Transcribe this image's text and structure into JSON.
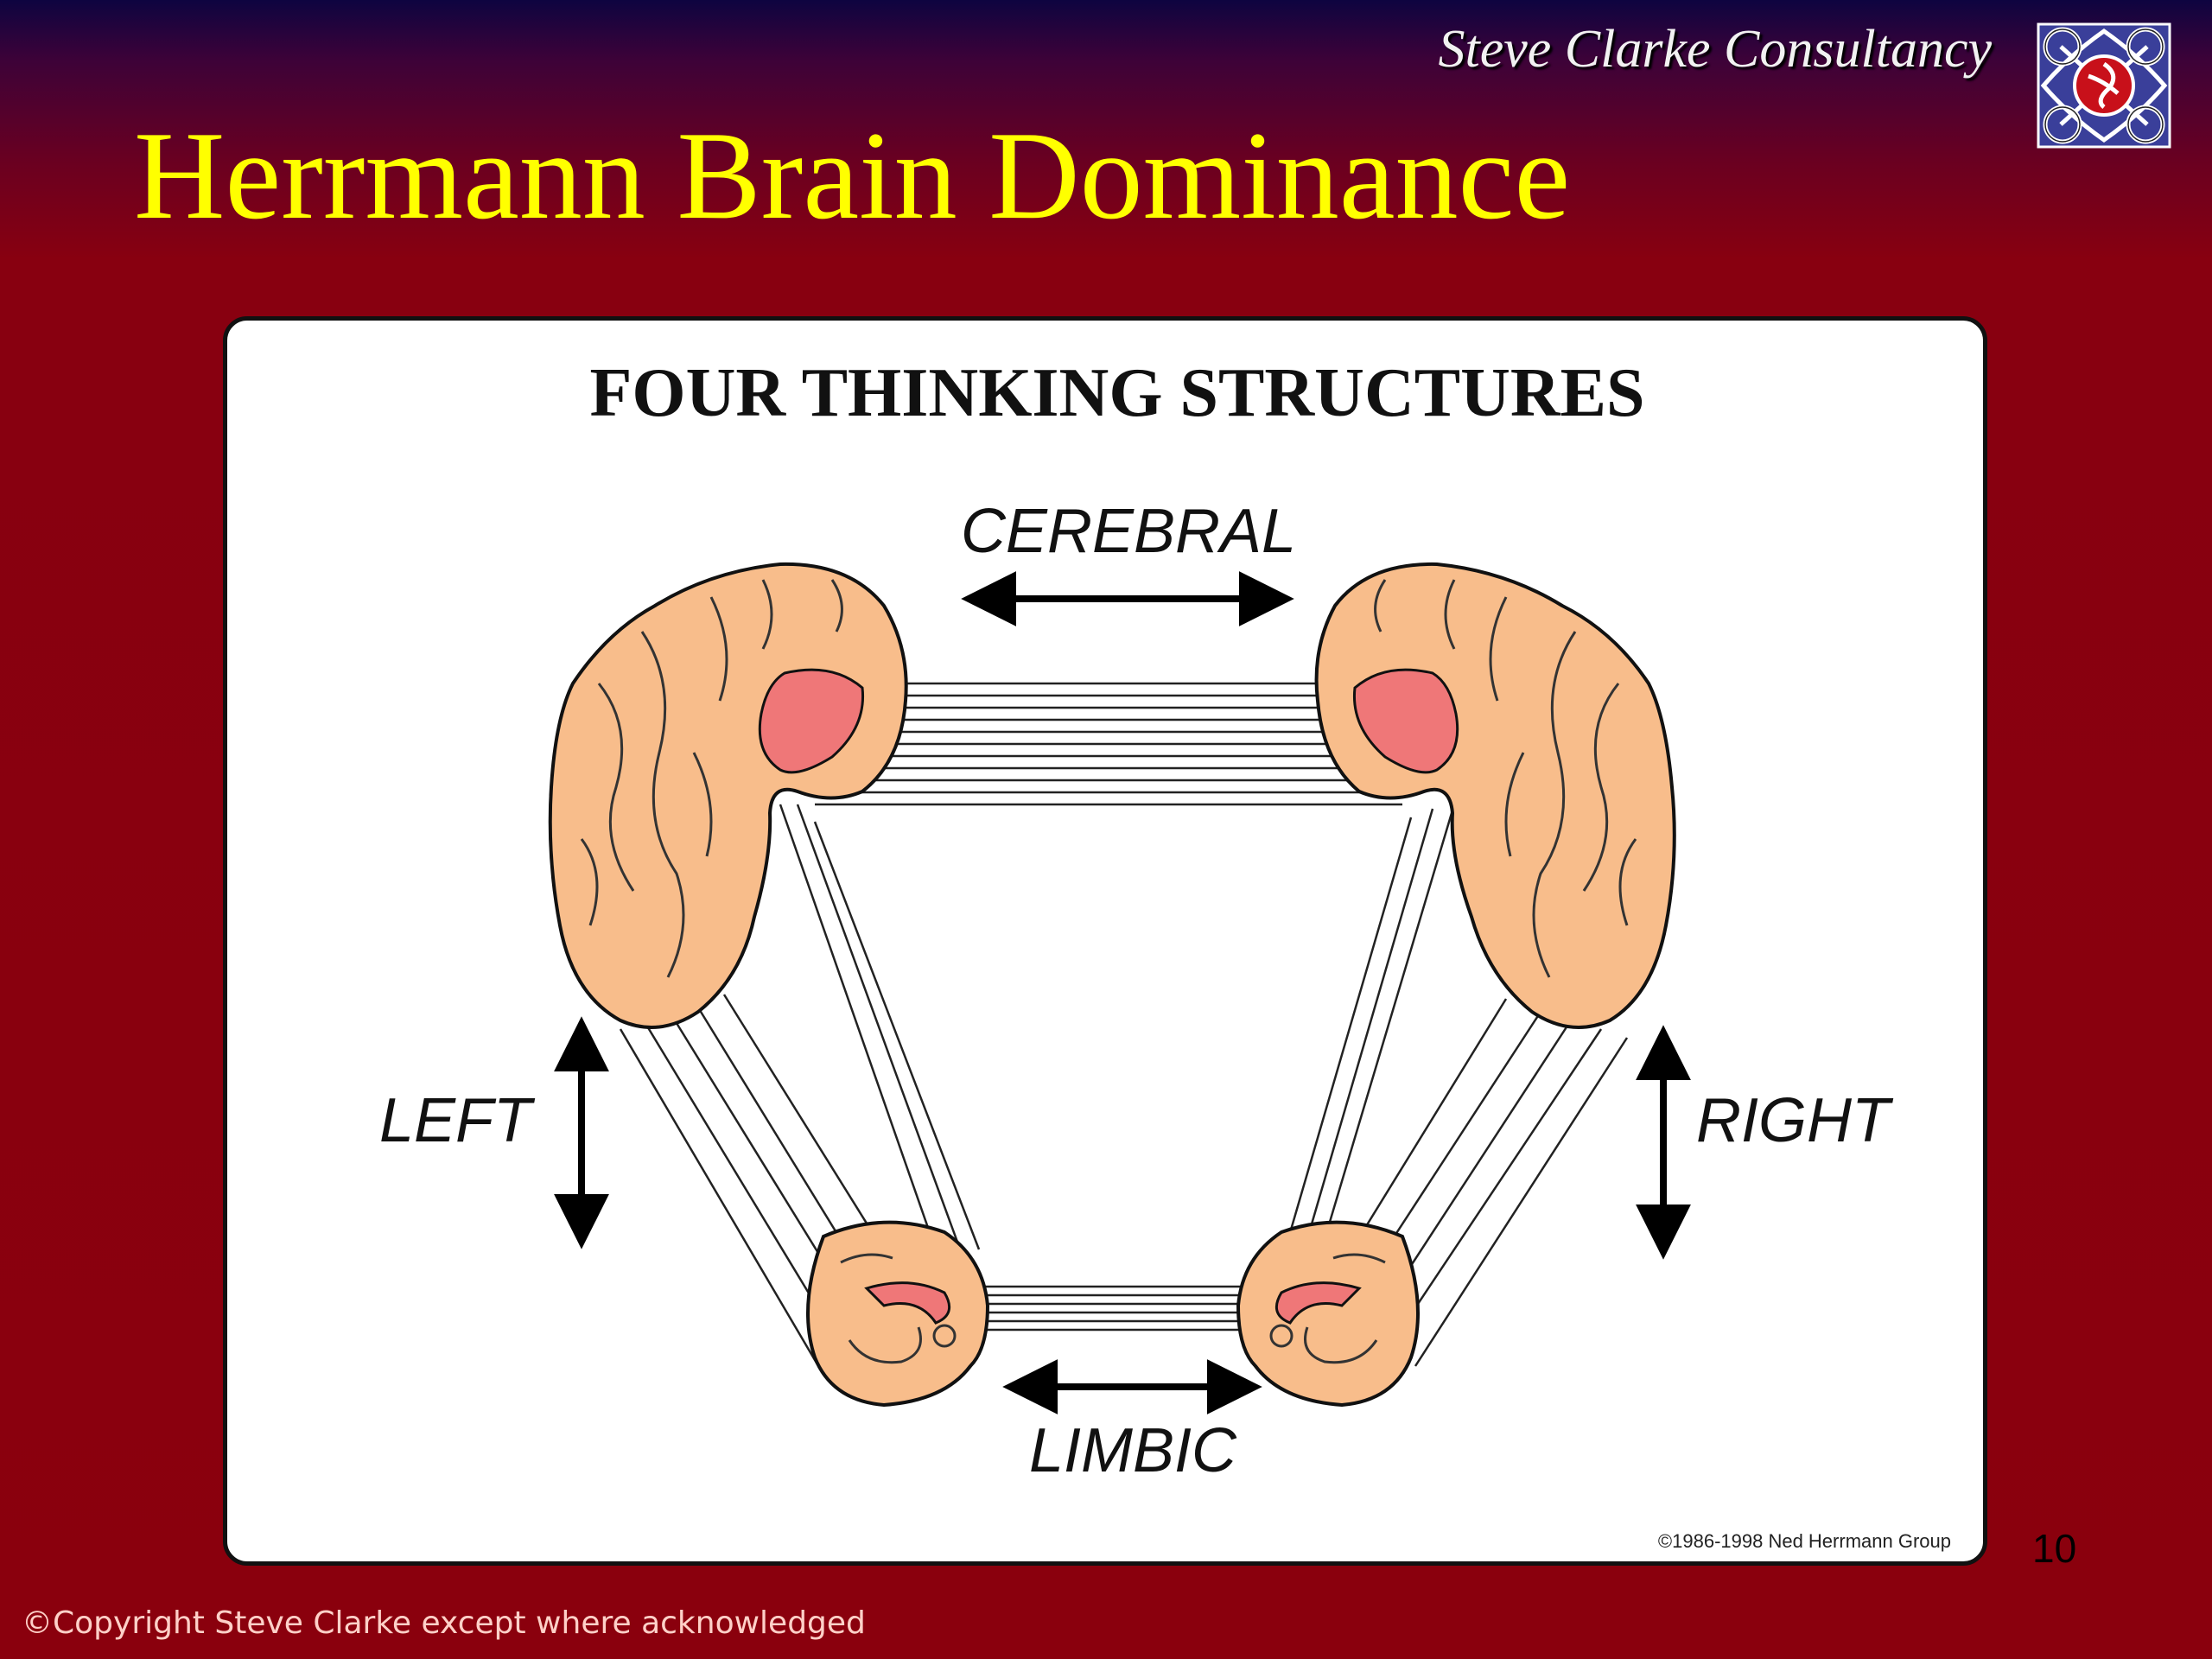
{
  "header": {
    "brand": "Steve Clarke Consultancy",
    "logo_icon": "celtic-knot-icon",
    "title": "Herrmann Brain Dominance"
  },
  "diagram": {
    "heading": "FOUR THINKING STRUCTURES",
    "labels": {
      "top": "CEREBRAL",
      "bottom": "LIMBIC",
      "left": "LEFT",
      "right": "RIGHT"
    },
    "credit": "©1986-1998 Ned Herrmann Group",
    "colors": {
      "brain": "#f8bd8b",
      "brain_inner": "#ef7778",
      "outline": "#111111"
    }
  },
  "footer": {
    "page_number": "10",
    "copyright": "©Copyright Steve Clarke except where acknowledged"
  }
}
